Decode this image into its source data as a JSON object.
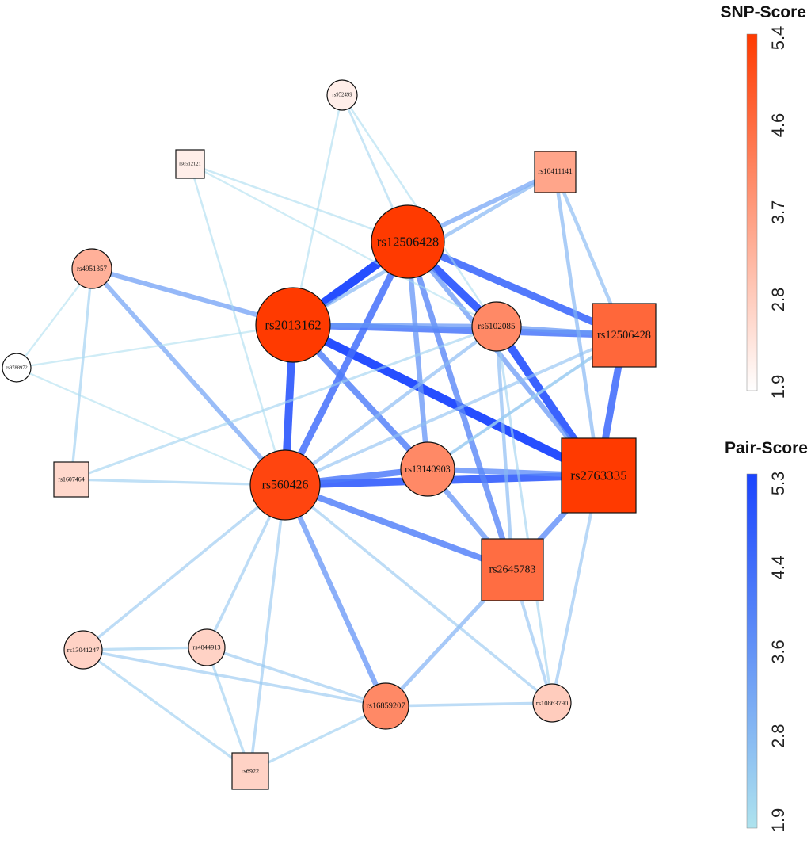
{
  "legends": {
    "snp": {
      "title": "SNP-Score",
      "ticks": [
        "5.4",
        "4.6",
        "3.7",
        "2.8",
        "1.9"
      ],
      "color_high": "#ff3a00",
      "color_low": "#ffffff"
    },
    "pair": {
      "title": "Pair-Score",
      "ticks": [
        "5.3",
        "4.4",
        "3.6",
        "2.8",
        "1.9"
      ],
      "color_high": "#1a44ff",
      "color_low": "#aee3ee"
    }
  },
  "nodes": [
    {
      "id": "n_rs12506428_c",
      "label": "rs12506428",
      "shape": "circle",
      "score": 5.4
    },
    {
      "id": "n_rs2013162",
      "label": "rs2013162",
      "shape": "circle",
      "score": 5.4
    },
    {
      "id": "n_rs560426",
      "label": "rs560426",
      "shape": "circle",
      "score": 5.2
    },
    {
      "id": "n_rs2763335",
      "label": "rs2763335",
      "shape": "square",
      "score": 5.4
    },
    {
      "id": "n_rs12506428_s",
      "label": "rs12506428",
      "shape": "square",
      "score": 4.6
    },
    {
      "id": "n_rs2645783",
      "label": "rs2645783",
      "shape": "square",
      "score": 4.5
    },
    {
      "id": "n_rs13140903",
      "label": "rs13140903",
      "shape": "circle",
      "score": 4.0
    },
    {
      "id": "n_rs6102085",
      "label": "rs6102085",
      "shape": "circle",
      "score": 4.0
    },
    {
      "id": "n_rs16859207",
      "label": "rs16859207",
      "shape": "circle",
      "score": 4.0
    },
    {
      "id": "n_rs10411141",
      "label": "rs10411141",
      "shape": "square",
      "score": 3.5
    },
    {
      "id": "n_rs4951357",
      "label": "rs4951357",
      "shape": "circle",
      "score": 3.3
    },
    {
      "id": "n_rs10863790",
      "label": "rs10863790",
      "shape": "circle",
      "score": 2.8
    },
    {
      "id": "n_rs13041247",
      "label": "rs13041247",
      "shape": "circle",
      "score": 2.7
    },
    {
      "id": "n_rs4844913",
      "label": "rs4844913",
      "shape": "circle",
      "score": 2.7
    },
    {
      "id": "n_rs6922",
      "label": "rs6922",
      "shape": "square",
      "score": 2.7
    },
    {
      "id": "n_rs1607464",
      "label": "rs1607464",
      "shape": "square",
      "score": 2.6
    },
    {
      "id": "n_rs952499",
      "label": "rs952499",
      "shape": "circle",
      "score": 2.2
    },
    {
      "id": "n_rs6512121",
      "label": "rs6512121",
      "shape": "square",
      "score": 2.2
    },
    {
      "id": "n_rs9788972",
      "label": "rs9788972",
      "shape": "circle",
      "score": 1.9
    }
  ],
  "edges": [
    {
      "s": "n_rs12506428_c",
      "t": "n_rs2013162",
      "score": 5.3
    },
    {
      "s": "n_rs2013162",
      "t": "n_rs2763335",
      "score": 5.3
    },
    {
      "s": "n_rs12506428_c",
      "t": "n_rs6102085",
      "score": 5.0
    },
    {
      "s": "n_rs6102085",
      "t": "n_rs2763335",
      "score": 5.0
    },
    {
      "s": "n_rs2013162",
      "t": "n_rs560426",
      "score": 4.9
    },
    {
      "s": "n_rs560426",
      "t": "n_rs2763335",
      "score": 4.8
    },
    {
      "s": "n_rs12506428_c",
      "t": "n_rs12506428_s",
      "score": 4.6
    },
    {
      "s": "n_rs12506428_s",
      "t": "n_rs2763335",
      "score": 4.5
    },
    {
      "s": "n_rs2013162",
      "t": "n_rs12506428_s",
      "score": 4.3
    },
    {
      "s": "n_rs12506428_c",
      "t": "n_rs560426",
      "score": 4.4
    },
    {
      "s": "n_rs560426",
      "t": "n_rs13140903",
      "score": 4.2
    },
    {
      "s": "n_rs2013162",
      "t": "n_rs13140903",
      "score": 4.1
    },
    {
      "s": "n_rs560426",
      "t": "n_rs2645783",
      "score": 4.1
    },
    {
      "s": "n_rs12506428_c",
      "t": "n_rs2645783",
      "score": 3.9
    },
    {
      "s": "n_rs2645783",
      "t": "n_rs2763335",
      "score": 3.8
    },
    {
      "s": "n_rs13140903",
      "t": "n_rs2763335",
      "score": 3.8
    },
    {
      "s": "n_rs12506428_c",
      "t": "n_rs13140903",
      "score": 3.6
    },
    {
      "s": "n_rs560426",
      "t": "n_rs16859207",
      "score": 3.6
    },
    {
      "s": "n_rs13140903",
      "t": "n_rs2645783",
      "score": 3.6
    },
    {
      "s": "n_rs12506428_c",
      "t": "n_rs2763335",
      "score": 3.5
    },
    {
      "s": "n_rs2013162",
      "t": "n_rs6102085",
      "score": 3.5
    },
    {
      "s": "n_rs6102085",
      "t": "n_rs12506428_s",
      "score": 3.5
    },
    {
      "s": "n_rs4951357",
      "t": "n_rs2013162",
      "score": 3.4
    },
    {
      "s": "n_rs4951357",
      "t": "n_rs560426",
      "score": 3.3
    },
    {
      "s": "n_rs12506428_c",
      "t": "n_rs10411141",
      "score": 3.3
    },
    {
      "s": "n_rs2645783",
      "t": "n_rs16859207",
      "score": 3.0
    },
    {
      "s": "n_rs10411141",
      "t": "n_rs2013162",
      "score": 2.9
    },
    {
      "s": "n_rs10411141",
      "t": "n_rs2763335",
      "score": 2.9
    },
    {
      "s": "n_rs10411141",
      "t": "n_rs12506428_s",
      "score": 2.8
    },
    {
      "s": "n_rs6102085",
      "t": "n_rs560426",
      "score": 2.8
    },
    {
      "s": "n_rs6102085",
      "t": "n_rs2645783",
      "score": 2.8
    },
    {
      "s": "n_rs12506428_s",
      "t": "n_rs560426",
      "score": 2.6
    },
    {
      "s": "n_rs12506428_s",
      "t": "n_rs13140903",
      "score": 2.6
    },
    {
      "s": "n_rs2763335",
      "t": "n_rs10863790",
      "score": 2.6
    },
    {
      "s": "n_rs2645783",
      "t": "n_rs10863790",
      "score": 2.6
    },
    {
      "s": "n_rs560426",
      "t": "n_rs10863790",
      "score": 2.5
    },
    {
      "s": "n_rs560426",
      "t": "n_rs13041247",
      "score": 2.5
    },
    {
      "s": "n_rs560426",
      "t": "n_rs4844913",
      "score": 2.5
    },
    {
      "s": "n_rs560426",
      "t": "n_rs6922",
      "score": 2.5
    },
    {
      "s": "n_rs16859207",
      "t": "n_rs10863790",
      "score": 2.5
    },
    {
      "s": "n_rs13041247",
      "t": "n_rs16859207",
      "score": 2.5
    },
    {
      "s": "n_rs4844913",
      "t": "n_rs16859207",
      "score": 2.5
    },
    {
      "s": "n_rs13041247",
      "t": "n_rs4844913",
      "score": 2.4
    },
    {
      "s": "n_rs13041247",
      "t": "n_rs6922",
      "score": 2.4
    },
    {
      "s": "n_rs4844913",
      "t": "n_rs6922",
      "score": 2.4
    },
    {
      "s": "n_rs6922",
      "t": "n_rs16859207",
      "score": 2.4
    },
    {
      "s": "n_rs1607464",
      "t": "n_rs560426",
      "score": 2.4
    },
    {
      "s": "n_rs1607464",
      "t": "n_rs4951357",
      "score": 2.4
    },
    {
      "s": "n_rs1607464",
      "t": "n_rs6102085",
      "score": 2.3
    },
    {
      "s": "n_rs6102085",
      "t": "n_rs10863790",
      "score": 2.3
    },
    {
      "s": "n_rs13140903",
      "t": "n_rs12506428_s",
      "score": 2.3
    },
    {
      "s": "n_rs952499",
      "t": "n_rs12506428_c",
      "score": 2.2
    },
    {
      "s": "n_rs952499",
      "t": "n_rs2013162",
      "score": 2.1
    },
    {
      "s": "n_rs952499",
      "t": "n_rs6102085",
      "score": 2.1
    },
    {
      "s": "n_rs6512121",
      "t": "n_rs12506428_c",
      "score": 2.1
    },
    {
      "s": "n_rs6512121",
      "t": "n_rs560426",
      "score": 2.1
    },
    {
      "s": "n_rs6512121",
      "t": "n_rs6102085",
      "score": 2.0
    },
    {
      "s": "n_rs9788972",
      "t": "n_rs4951357",
      "score": 2.0
    },
    {
      "s": "n_rs9788972",
      "t": "n_rs2013162",
      "score": 2.0
    },
    {
      "s": "n_rs9788972",
      "t": "n_rs560426",
      "score": 2.0
    }
  ]
}
